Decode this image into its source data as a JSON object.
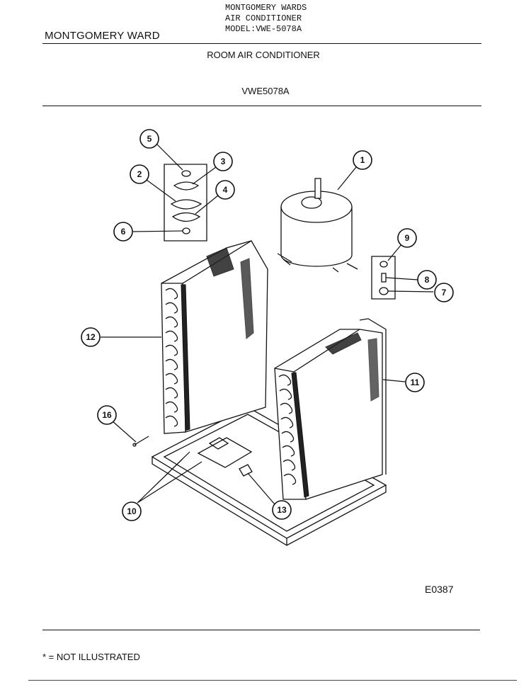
{
  "header": {
    "stamp_lines": [
      "MONTGOMERY WARDS",
      "AIR CONDITIONER",
      "MODEL:VWE-5078A"
    ],
    "brand": "MONTGOMERY WARD",
    "title": "ROOM AIR CONDITIONER",
    "model": "VWE5078A"
  },
  "diagram": {
    "callouts": [
      "1",
      "2",
      "3",
      "4",
      "5",
      "6",
      "7",
      "8",
      "9",
      "10",
      "11",
      "12",
      "13",
      "16"
    ],
    "figure_code": "E0387"
  },
  "footer": {
    "note": "* = NOT ILLUSTRATED"
  }
}
